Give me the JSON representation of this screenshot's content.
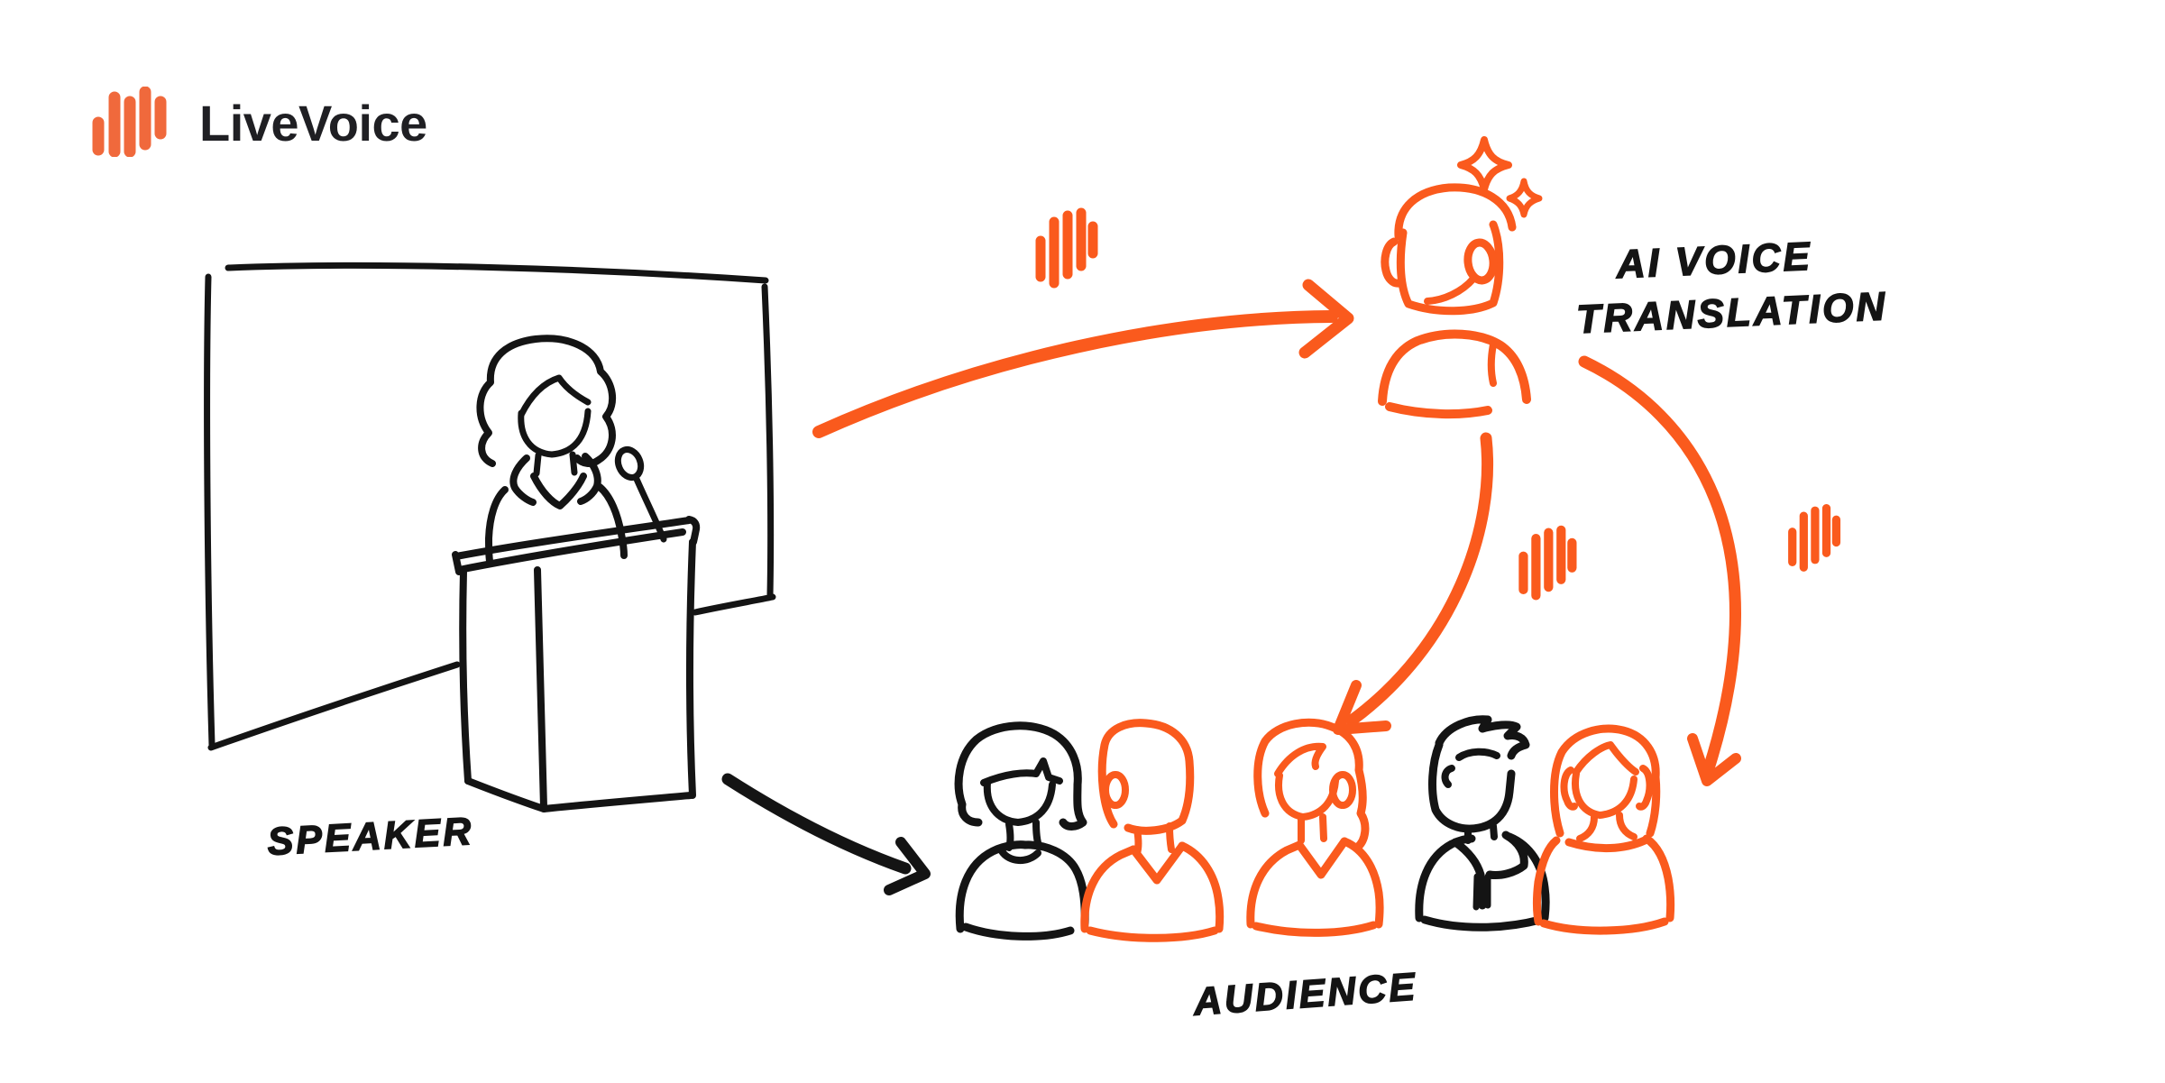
{
  "brand": {
    "name": "LiveVoice"
  },
  "colors": {
    "orange": "#FA5A1D",
    "logo_orange": "#F0693C",
    "ink": "#141414",
    "background": "#FFFFFF"
  },
  "diagram": {
    "nodes": [
      {
        "id": "speaker",
        "label": "SPEAKER",
        "icon": "speaker-at-podium-illustration"
      },
      {
        "id": "ai-voice-translation",
        "label_line1": "AI VOICE",
        "label_line2": "TRANSLATION",
        "icon": "headset-person-with-sparkles-icon"
      },
      {
        "id": "audience",
        "label": "AUDIENCE",
        "icon": "five-person-audience-illustration",
        "members": [
          {
            "style": "ink",
            "icon": "woman-bob-haircut-bust"
          },
          {
            "style": "orange",
            "icon": "person-with-earpiece-bust"
          },
          {
            "style": "orange",
            "icon": "woman-with-headset-bust"
          },
          {
            "style": "ink",
            "icon": "man-hooded-jacket-bust"
          },
          {
            "style": "orange",
            "icon": "woman-with-headphones-bust"
          }
        ]
      }
    ],
    "edges": [
      {
        "from": "speaker",
        "to": "ai-voice-translation",
        "color": "orange",
        "badge": "sound-wave-icon"
      },
      {
        "from": "ai-voice-translation",
        "to": "audience",
        "color": "orange",
        "badge": "sound-wave-icon"
      },
      {
        "from": "ai-voice-translation",
        "to": "audience",
        "color": "orange",
        "badge": "sound-wave-icon"
      },
      {
        "from": "speaker",
        "to": "audience",
        "color": "ink",
        "badge": null
      }
    ]
  }
}
